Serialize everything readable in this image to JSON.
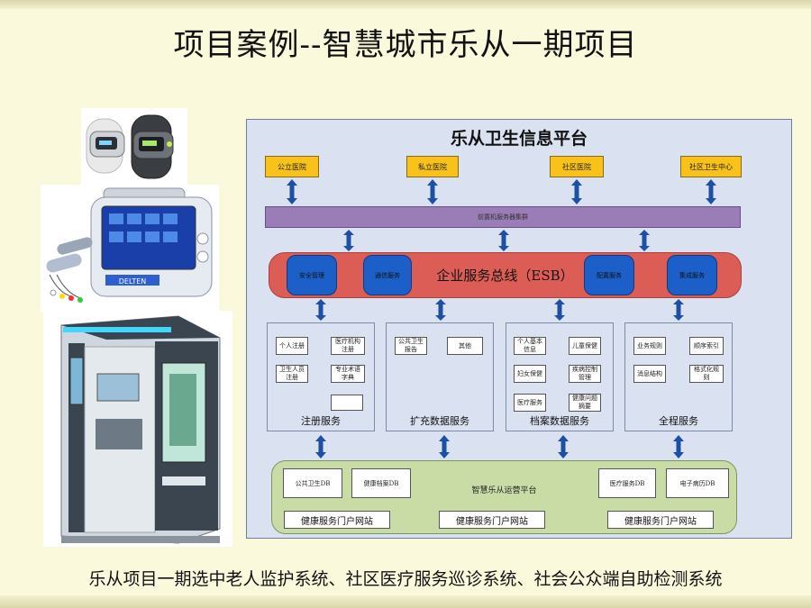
{
  "title": "项目案例--智慧城市乐从一期项目",
  "caption": "乐从项目一期选中老人监护系统、社区医疗服务巡诊系统、社会公众端自助检测系统",
  "photos": {
    "monitor_brand": "DELTEN"
  },
  "platform": {
    "title": "乐从卫生信息平台",
    "hospitals": [
      "公立医院",
      "私立医院",
      "社区医院",
      "社区卫生中心"
    ],
    "cluster": "前置机服务器集群",
    "esb": {
      "label": "企业服务总线（ESB）",
      "nodes": [
        "安全管理",
        "通信服务",
        "配置服务",
        "集成服务"
      ]
    },
    "services": [
      {
        "label": "注册服务",
        "items": [
          "个人注册",
          "医疗机构注册",
          "卫生人员注册",
          "专业术语字典",
          ""
        ]
      },
      {
        "label": "扩充数据服务",
        "items": [
          "公共卫生报告",
          "其他"
        ]
      },
      {
        "label": "档案数据服务",
        "items": [
          "个人基本信息",
          "儿童保健",
          "妇女保健",
          "疾病控制管理",
          "医疗服务",
          "健康问题摘要"
        ]
      },
      {
        "label": "全程服务",
        "items": [
          "业务规则",
          "顺序索引",
          "消息结构",
          "格式化规则"
        ]
      }
    ],
    "operations": {
      "title": "智慧乐从运营平台",
      "dbs": [
        "公共卫生DB",
        "健康档案DB",
        "医疗服务DB",
        "电子病历DB"
      ],
      "portals": [
        "健康服务门户网站",
        "健康服务门户网站",
        "健康服务门户网站"
      ]
    }
  }
}
